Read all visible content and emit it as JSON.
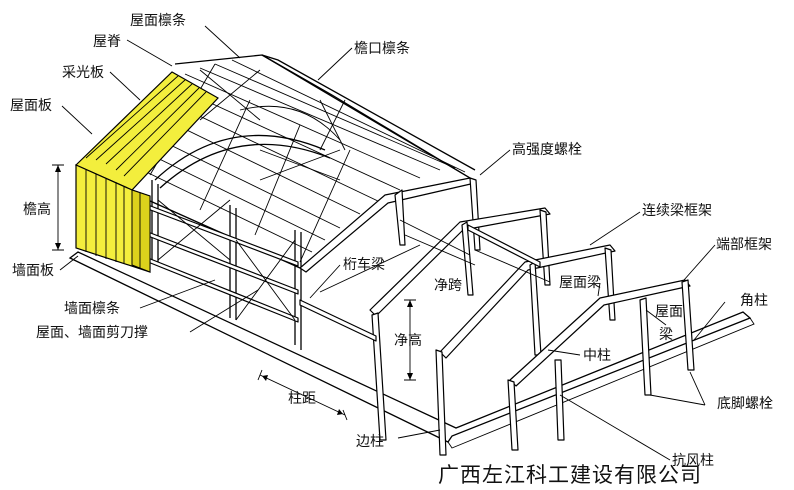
{
  "colors": {
    "panel": "#f3ee3d",
    "panel_shade": "#dcd21c",
    "line": "#000000",
    "background": "#ffffff"
  },
  "labels": {
    "roof_purlin": "屋面檩条",
    "ridge": "屋脊",
    "eave_purlin": "檐口檩条",
    "skylight_panel": "采光板",
    "roof_panel": "屋面板",
    "high_strength_bolt": "高强度螺栓",
    "eave_height": "檐高",
    "continuous_beam_frame": "连续梁框架",
    "end_frame": "端部框架",
    "crane_beam": "桁车梁",
    "wall_panel": "墙面板",
    "clear_span": "净跨",
    "roof_beam": "屋面梁",
    "corner_column": "角柱",
    "wall_purlin": "墙面檩条",
    "roof_beam_vertical_1": "屋面",
    "roof_beam_vertical_2": "梁",
    "roof_wall_bracing": "屋面、墙面剪刀撑",
    "clear_height": "净高",
    "middle_column": "中柱",
    "column_spacing": "柱距",
    "anchor_bolt": "底脚螺栓",
    "side_column": "边柱",
    "wind_column": "抗风柱"
  },
  "company": "广西左江科工建设有限公司"
}
